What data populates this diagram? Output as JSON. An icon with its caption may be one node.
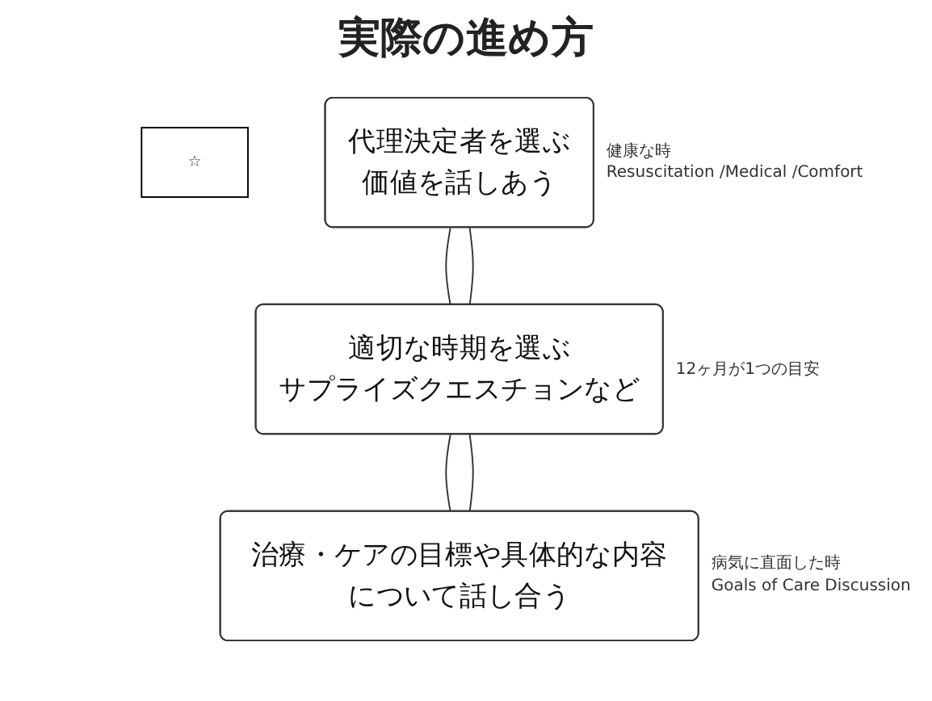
{
  "diagram": {
    "title": "実際の進め方",
    "nodes": [
      {
        "text": [
          "☆"
        ]
      },
      {
        "text": [
          "代理決定者を選ぶ",
          "価値を話しあう"
        ],
        "beside": [
          "健康な時",
          "Resuscitation /Medical /Comfort"
        ]
      },
      {
        "text": [
          "適切な時期を選ぶ",
          "サプライズクエスチョンなど"
        ],
        "beside": [
          "12ヶ月が1つの目安"
        ]
      },
      {
        "text": [
          "治療・ケアの目標や具体的な内容について話し合う"
        ],
        "beside": [
          "病気に直面した時",
          "Goals of Care Discussion"
        ]
      }
    ],
    "edges": [
      {
        "from": 1,
        "to": 2,
        "arrow": "none"
      },
      {
        "from": 1,
        "to": 2,
        "arrow": "none"
      },
      {
        "from": 2,
        "to": 3,
        "arrow": "none"
      },
      {
        "from": 2,
        "to": 3,
        "arrow": "none"
      }
    ]
  }
}
